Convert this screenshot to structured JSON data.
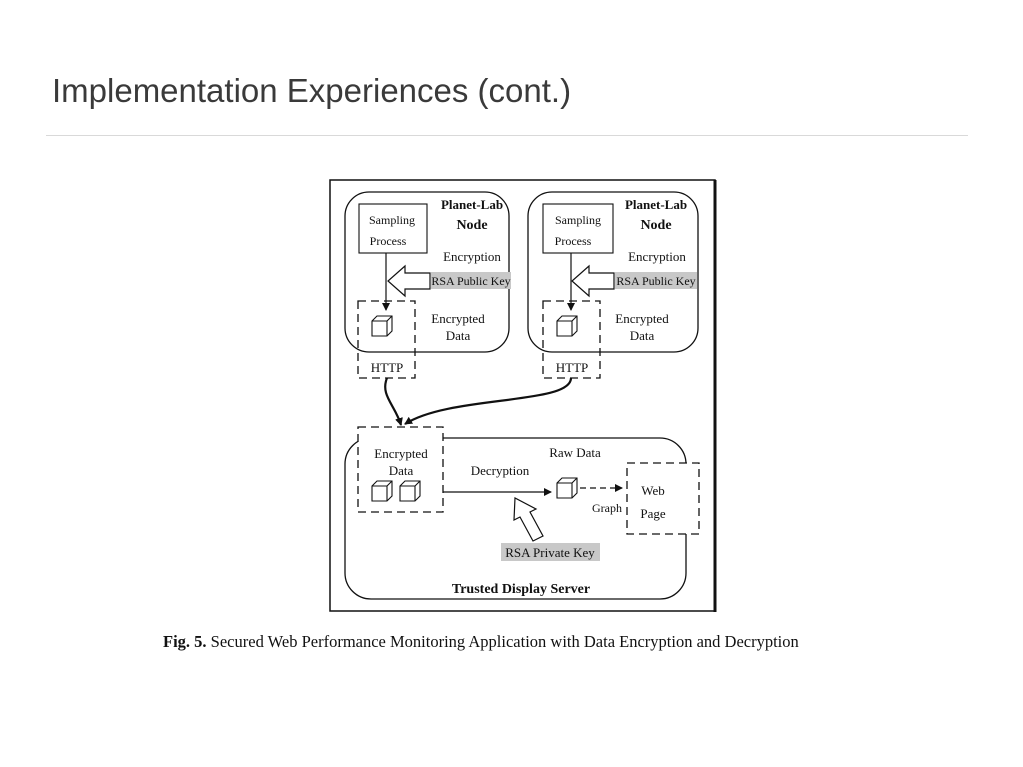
{
  "slide": {
    "title": "Implementation Experiences (cont.)"
  },
  "diagram": {
    "nodes": [
      {
        "title_line1": "Planet-Lab",
        "title_line2": "Node",
        "process_line1": "Sampling",
        "process_line2": "Process",
        "encryption": "Encryption",
        "key": "RSA Public Key",
        "encrypted_line1": "Encrypted",
        "encrypted_line2": "Data",
        "transport": "HTTP"
      },
      {
        "title_line1": "Planet-Lab",
        "title_line2": "Node",
        "process_line1": "Sampling",
        "process_line2": "Process",
        "encryption": "Encryption",
        "key": "RSA Public Key",
        "encrypted_line1": "Encrypted",
        "encrypted_line2": "Data",
        "transport": "HTTP"
      }
    ],
    "server": {
      "title": "Trusted Display Server",
      "encrypted_line1": "Encrypted",
      "encrypted_line2": "Data",
      "decryption": "Decryption",
      "raw_data": "Raw Data",
      "graph": "Graph",
      "web_line1": "Web",
      "web_line2": "Page",
      "key": "RSA Private Key"
    }
  },
  "caption": {
    "label": "Fig. 5.",
    "text": " Secured Web Performance Monitoring Application with Data Encryption and Decryption"
  },
  "colors": {
    "key_highlight": "#c8c8c8",
    "ink": "#111111",
    "rule": "#d9d9d9",
    "title": "#3a3a3a"
  }
}
